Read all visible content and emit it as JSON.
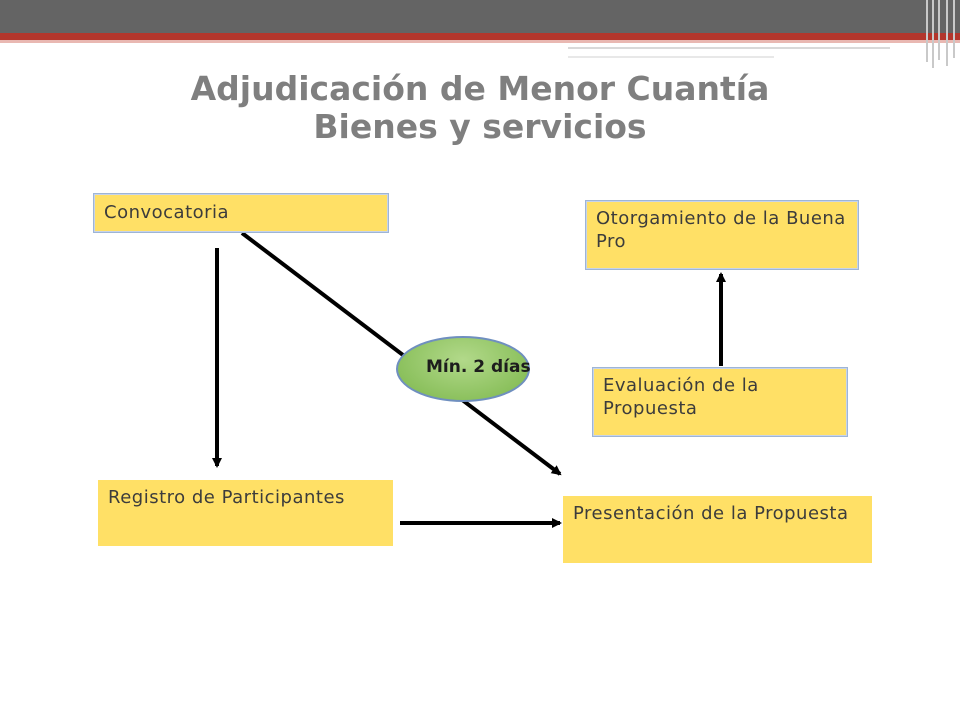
{
  "slide": {
    "title_line1": "Adjudicación de Menor Cuantía",
    "title_line2": "Bienes y servicios"
  },
  "boxes": {
    "convocatoria": "Convocatoria",
    "otorgamiento": "Otorgamiento de la Buena Pro",
    "evaluacion": "Evaluación de la Propuesta",
    "registro": "Registro de Participantes",
    "presentacion": "Presentación de la Propuesta"
  },
  "callout": {
    "label": "Mín. 2 días"
  },
  "colors": {
    "box_fill": "#ffe066",
    "title_gray": "#7f7f7f",
    "accent_red": "#b3362c",
    "callout_green": "#8cc15e"
  }
}
